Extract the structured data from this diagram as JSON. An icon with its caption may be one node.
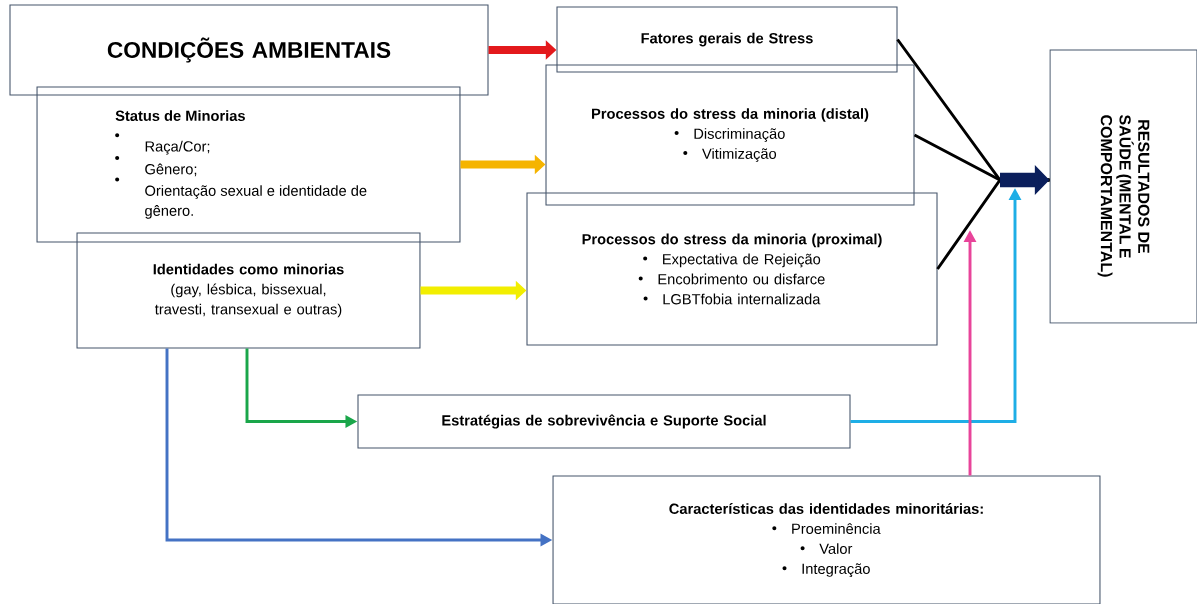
{
  "diagram": {
    "nodes": [
      {
        "text": [
          "CONDIÇÕES AMBIENTAIS"
        ]
      },
      {
        "text": [
          "Status de Minorias",
          "Raça/Cor;",
          "Gênero;",
          "Orientação sexual e identidade de gênero."
        ]
      },
      {
        "text": [
          "Identidades como minorias",
          "(gay, lésbica, bissexual, travesti, transexual e outras)"
        ]
      },
      {
        "text": [
          "Fatores gerais de Stress"
        ]
      },
      {
        "text": [
          "Processos do stress da minoria (distal)",
          "Discriminação",
          "Vitimização"
        ]
      },
      {
        "text": [
          "Processos do stress da minoria (proximal)",
          "Expectativa de Rejeição",
          "Encobrimento ou disfarce",
          "LGBTfobia internalizada"
        ]
      },
      {
        "text": [
          "RESULTADOS DE SAÚDE (MENTAL E COMPORTAMENTAL)"
        ]
      },
      {
        "text": [
          "Estratégias de sobrevivência e Suporte Social"
        ]
      },
      {
        "text": [
          "Características das identidades minoritárias:",
          "Proeminência",
          "Valor",
          "Integração"
        ]
      }
    ],
    "edges": [
      {
        "from": 0,
        "to": 3,
        "arrow": "to",
        "style": "thick",
        "color": "#e3191c"
      },
      {
        "from": 1,
        "to": 4,
        "arrow": "to",
        "style": "thick",
        "color": "#f5b400"
      },
      {
        "from": 2,
        "to": 5,
        "arrow": "to",
        "style": "thick",
        "color": "#f2ee00"
      },
      {
        "from": 3,
        "to": 6,
        "arrow": "to",
        "color": "#000000"
      },
      {
        "from": 4,
        "to": 6,
        "arrow": "to",
        "color": "#000000"
      },
      {
        "from": 5,
        "to": 6,
        "arrow": "to",
        "color": "#000000"
      },
      {
        "from": 2,
        "to": 7,
        "arrow": "to",
        "color": "#1aa64a"
      },
      {
        "from": 2,
        "to": 8,
        "arrow": "to",
        "color": "#4472c4"
      },
      {
        "from": 7,
        "to": null,
        "arrow": "to",
        "color": "#1eaee6"
      },
      {
        "from": 8,
        "to": null,
        "arrow": "to",
        "color": "#e8449a"
      }
    ]
  }
}
